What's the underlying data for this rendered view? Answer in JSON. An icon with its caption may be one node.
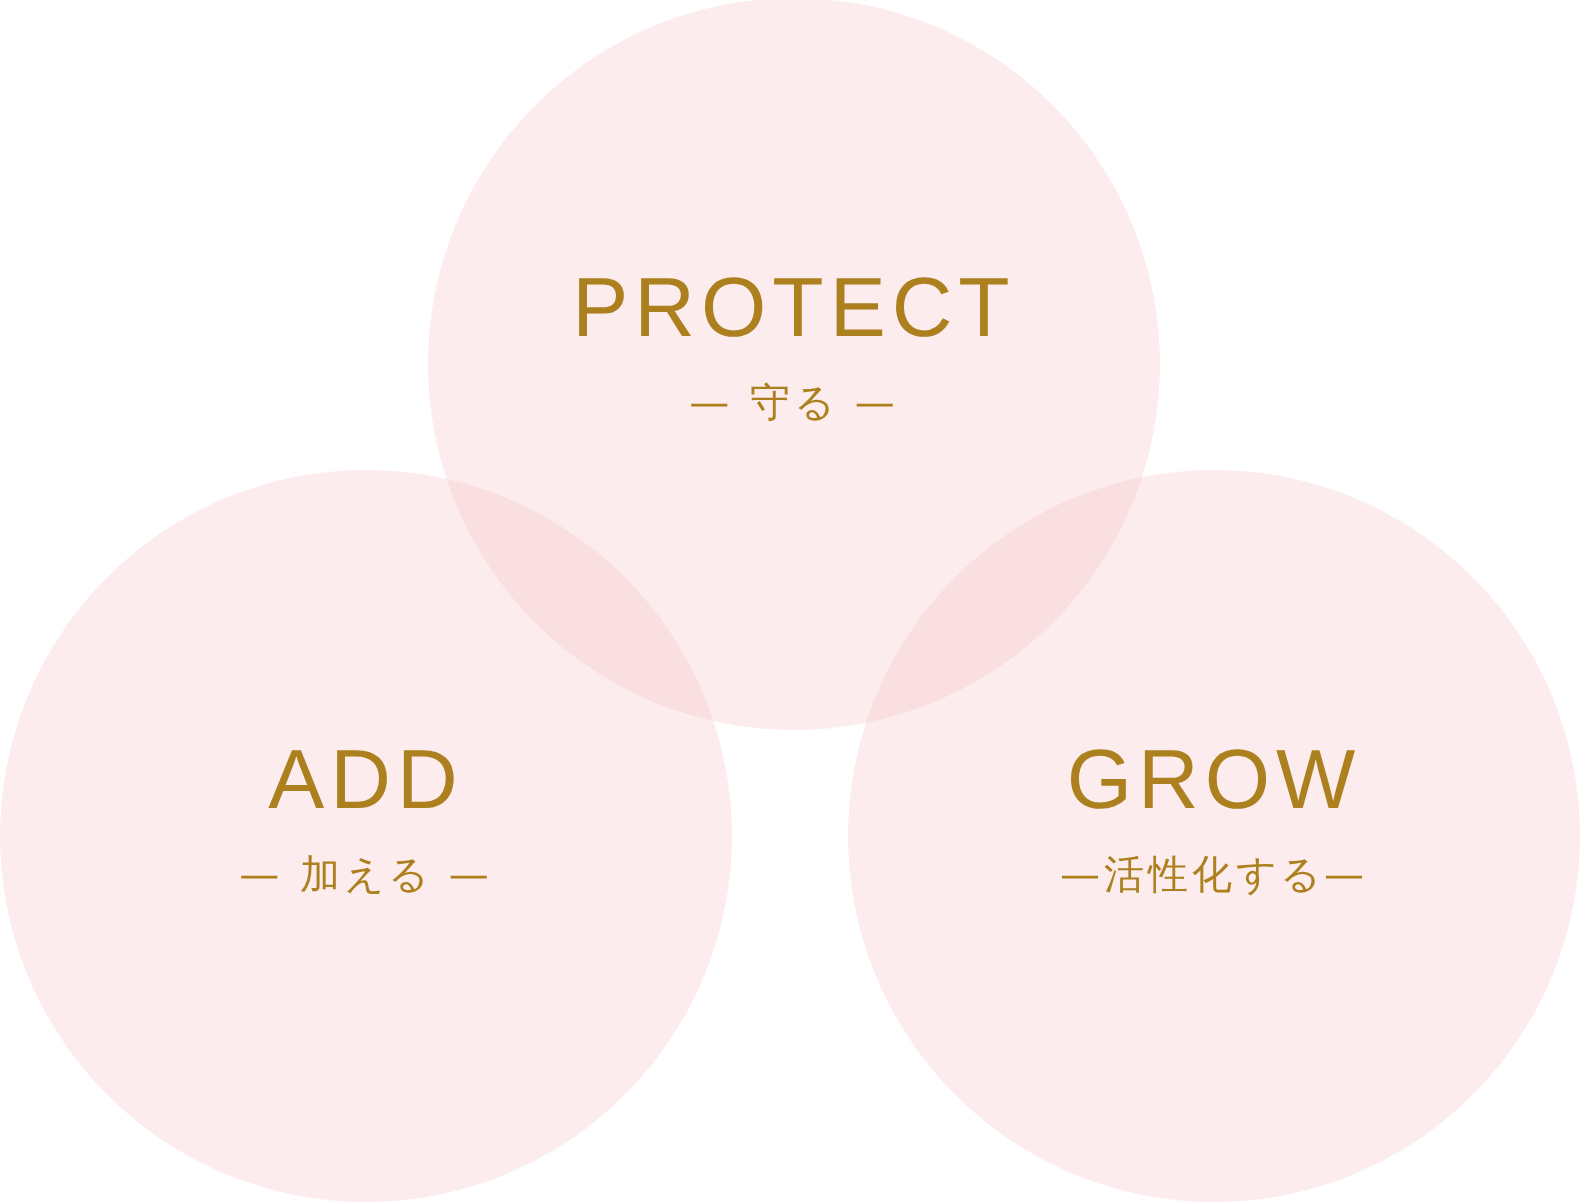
{
  "diagram": {
    "nodes": [
      {
        "text": [
          "PROTECT",
          "— 守る —"
        ]
      },
      {
        "text": [
          "ADD",
          "— 加える —"
        ]
      },
      {
        "text": [
          "GROW",
          "—活性化する—"
        ]
      }
    ]
  }
}
